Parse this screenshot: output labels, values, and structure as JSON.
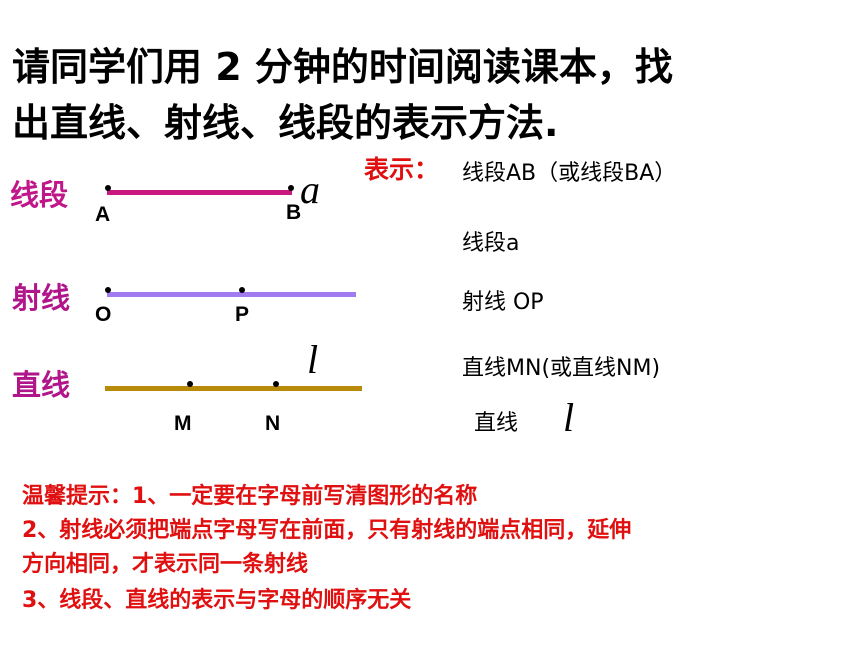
{
  "title": {
    "line1": "请同学们用 2 分钟的时间阅读课本，找",
    "line2": "出直线、射线、线段的表示方法."
  },
  "colors": {
    "segment": "#c8197f",
    "ray": "#a07cf0",
    "line": "#b88a0a",
    "label_segment": "#c0168a",
    "label_ray_line": "#b0168a",
    "accent_red": "#e01010"
  },
  "segment": {
    "label": "线段",
    "point_a": "A",
    "point_b": "B",
    "name": "a"
  },
  "ray": {
    "label": "射线",
    "point_o": "O",
    "point_p": "P"
  },
  "line": {
    "label": "直线",
    "point_m": "M",
    "point_n": "N",
    "name": "l"
  },
  "notation": {
    "heading": "表示：",
    "segment_1": "线段AB（或线段BA）",
    "segment_2": "线段a",
    "ray_1": "射线 OP",
    "line_1": "直线MN(或直线NM)",
    "line_2_prefix": "直线",
    "line_2_name": "l"
  },
  "tips": {
    "line1": "温馨提示：1、一定要在字母前写清图形的名称",
    "line2": "2、射线必须把端点字母写在前面，只有射线的端点相同，延伸",
    "line3": "方向相同，才表示同一条射线",
    "line4": "3、线段、直线的表示与字母的顺序无关"
  }
}
